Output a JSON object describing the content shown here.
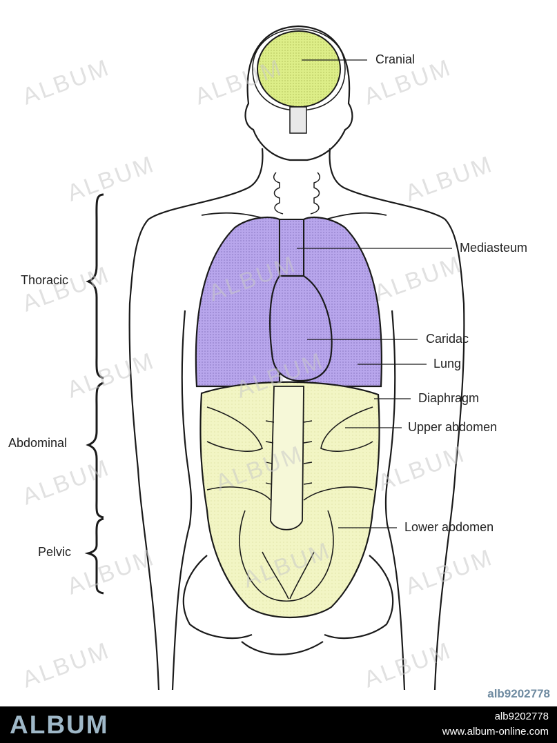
{
  "diagram": {
    "labels": {
      "cranial": "Cranial",
      "mediasteum": "Mediasteum",
      "caridac": "Caridac",
      "lung": "Lung",
      "diaphragm": "Diaphragm",
      "upper_abdomen": "Upper abdomen",
      "lower_abdomen": "Lower abdomen"
    },
    "regions": {
      "thoracic": "Thoracic",
      "abdominal": "Abdominal",
      "pelvic": "Pelvic"
    },
    "colors": {
      "cranial_fill": "#ddee88",
      "thoracic_fill": "#b8a6ec",
      "abdominal_fill": "#f2f5c4",
      "outline": "#1a1a1a"
    }
  },
  "watermark": {
    "text": "ALBUM"
  },
  "image_code": "alb9202778",
  "footer": {
    "logo": "ALBUM",
    "id": "alb9202778",
    "url": "www.album-online.com"
  }
}
